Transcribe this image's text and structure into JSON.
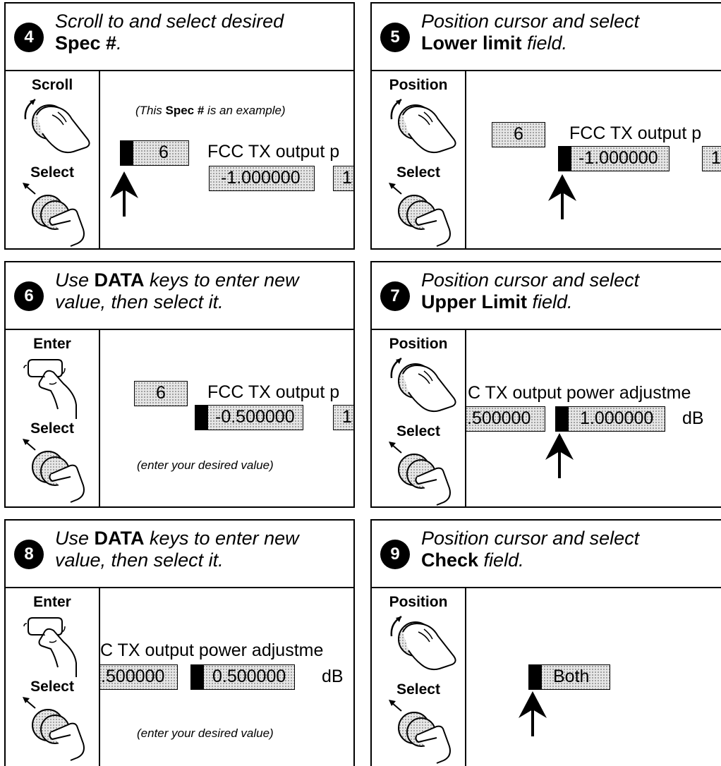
{
  "panels": [
    {
      "step": "4",
      "title": {
        "line1": "Scroll to and select desired",
        "line2_bold": "Spec #",
        "line2_rest": "."
      },
      "side": {
        "top_label": "Scroll",
        "bottom_label": "Select"
      },
      "note": {
        "pre": "(This ",
        "bold": "Spec #",
        "post": " is an example)"
      },
      "spec_num": "6",
      "spec_name": "FCC TX output p",
      "lower_value": "-1.000000",
      "upper_value": "1."
    },
    {
      "step": "5",
      "title": {
        "line1": "Position cursor and select",
        "line2_bold": "Lower limit",
        "line2_rest": " field."
      },
      "side": {
        "top_label": "Position",
        "bottom_label": "Select"
      },
      "spec_num": "6",
      "spec_name": "FCC TX output p",
      "lower_value": "-1.000000",
      "upper_value": "1."
    },
    {
      "step": "6",
      "title": {
        "line1_pre": "Use ",
        "line1_bold": "DATA",
        "line1_post": " keys to enter new",
        "line2": "value, then select it."
      },
      "side": {
        "top_label": "Enter",
        "bottom_label": "Select"
      },
      "spec_num": "6",
      "spec_name": "FCC TX output p",
      "lower_value": "-0.500000",
      "upper_value": "1.",
      "note": "(enter your desired value)"
    },
    {
      "step": "7",
      "title": {
        "line1": "Position cursor and select",
        "line2_bold": "Upper Limit",
        "line2_rest": " field."
      },
      "side": {
        "top_label": "Position",
        "bottom_label": "Select"
      },
      "spec_name": "C TX output power adjustme",
      "lower_value": ".500000",
      "upper_value": "1.000000",
      "unit": "dB"
    },
    {
      "step": "8",
      "title": {
        "line1_pre": "Use ",
        "line1_bold": "DATA",
        "line1_post": " keys to enter new",
        "line2": "value, then select it."
      },
      "side": {
        "top_label": "Enter",
        "bottom_label": "Select"
      },
      "spec_name": "C TX output power adjustme",
      "lower_value": ".500000",
      "upper_value": "0.500000",
      "unit": "dB",
      "note": "(enter your desired value)"
    },
    {
      "step": "9",
      "title": {
        "line1": "Position cursor and select",
        "line2_bold": "Check",
        "line2_rest": " field."
      },
      "side": {
        "top_label": "Position",
        "bottom_label": "Select"
      },
      "check_value": "Both"
    }
  ]
}
